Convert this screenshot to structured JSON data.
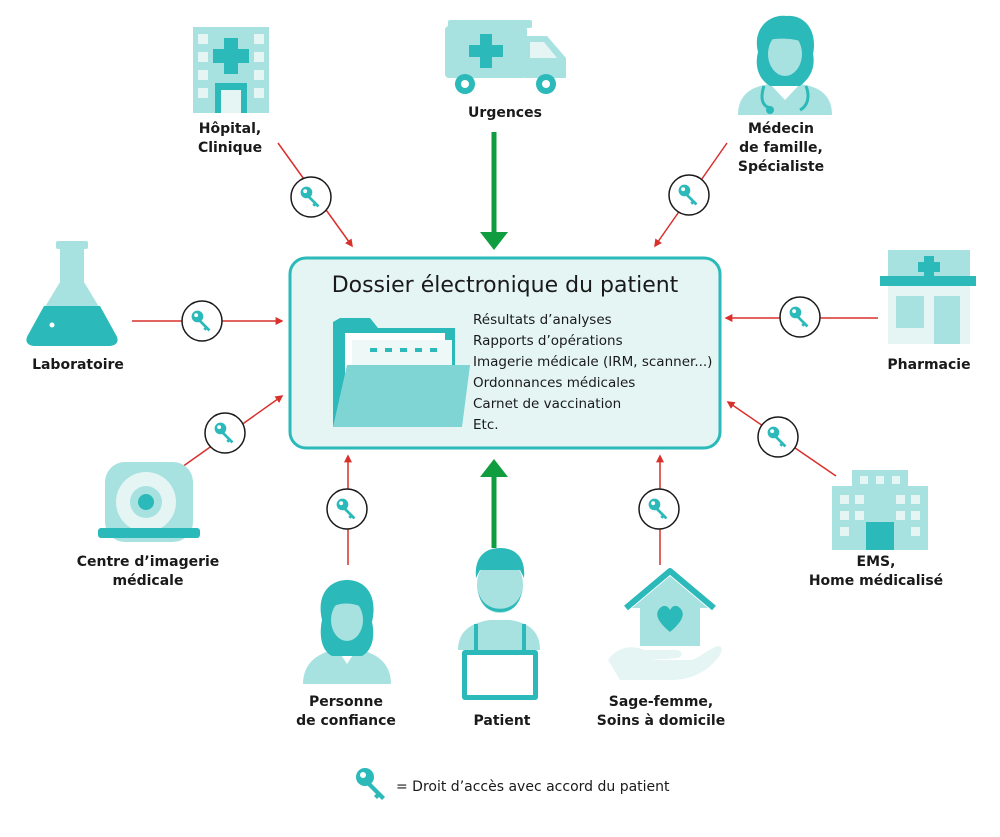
{
  "colors": {
    "teal": "#2bb9b9",
    "teal_light": "#a8e2e0",
    "teal_pale": "#e4f5f4",
    "arrow_red": "#d9302c",
    "arrow_green": "#0f9d3f"
  },
  "center": {
    "title": "Dossier électronique du patient",
    "items": [
      "Résultats d’analyses",
      "Rapports d’opérations",
      "Imagerie médicale (IRM, scanner...)",
      "Ordonnances médicales",
      "Carnet de vaccination",
      "Etc."
    ],
    "icon": "folder-icon"
  },
  "actors": {
    "hopital": {
      "label": [
        "Hôpital,",
        "Clinique"
      ],
      "icon": "hospital-building-icon",
      "access": "key-required"
    },
    "urgences": {
      "label": [
        "Urgences"
      ],
      "icon": "ambulance-icon",
      "access": "direct"
    },
    "medecin": {
      "label": [
        "Médecin",
        "de famille,",
        "Spécialiste"
      ],
      "icon": "doctor-icon",
      "access": "key-required"
    },
    "laboratoire": {
      "label": [
        "Laboratoire"
      ],
      "icon": "lab-flask-icon",
      "access": "key-required"
    },
    "pharmacie": {
      "label": [
        "Pharmacie"
      ],
      "icon": "pharmacy-icon",
      "access": "key-required"
    },
    "imagerie": {
      "label": [
        "Centre d’imagerie",
        "médicale"
      ],
      "icon": "mri-scanner-icon",
      "access": "key-required"
    },
    "ems": {
      "label": [
        "EMS,",
        "Home médicalisé"
      ],
      "icon": "nursing-home-icon",
      "access": "key-required"
    },
    "confiance": {
      "label": [
        "Personne",
        "de confiance"
      ],
      "icon": "trusted-person-icon",
      "access": "key-required"
    },
    "patient": {
      "label": [
        "Patient"
      ],
      "icon": "patient-laptop-icon",
      "access": "direct"
    },
    "sagefemme": {
      "label": [
        "Sage-femme,",
        "Soins à domicile"
      ],
      "icon": "home-care-icon",
      "access": "key-required"
    }
  },
  "legend": {
    "text": "= Droit d’accès avec accord du patient",
    "icon": "key-icon"
  }
}
